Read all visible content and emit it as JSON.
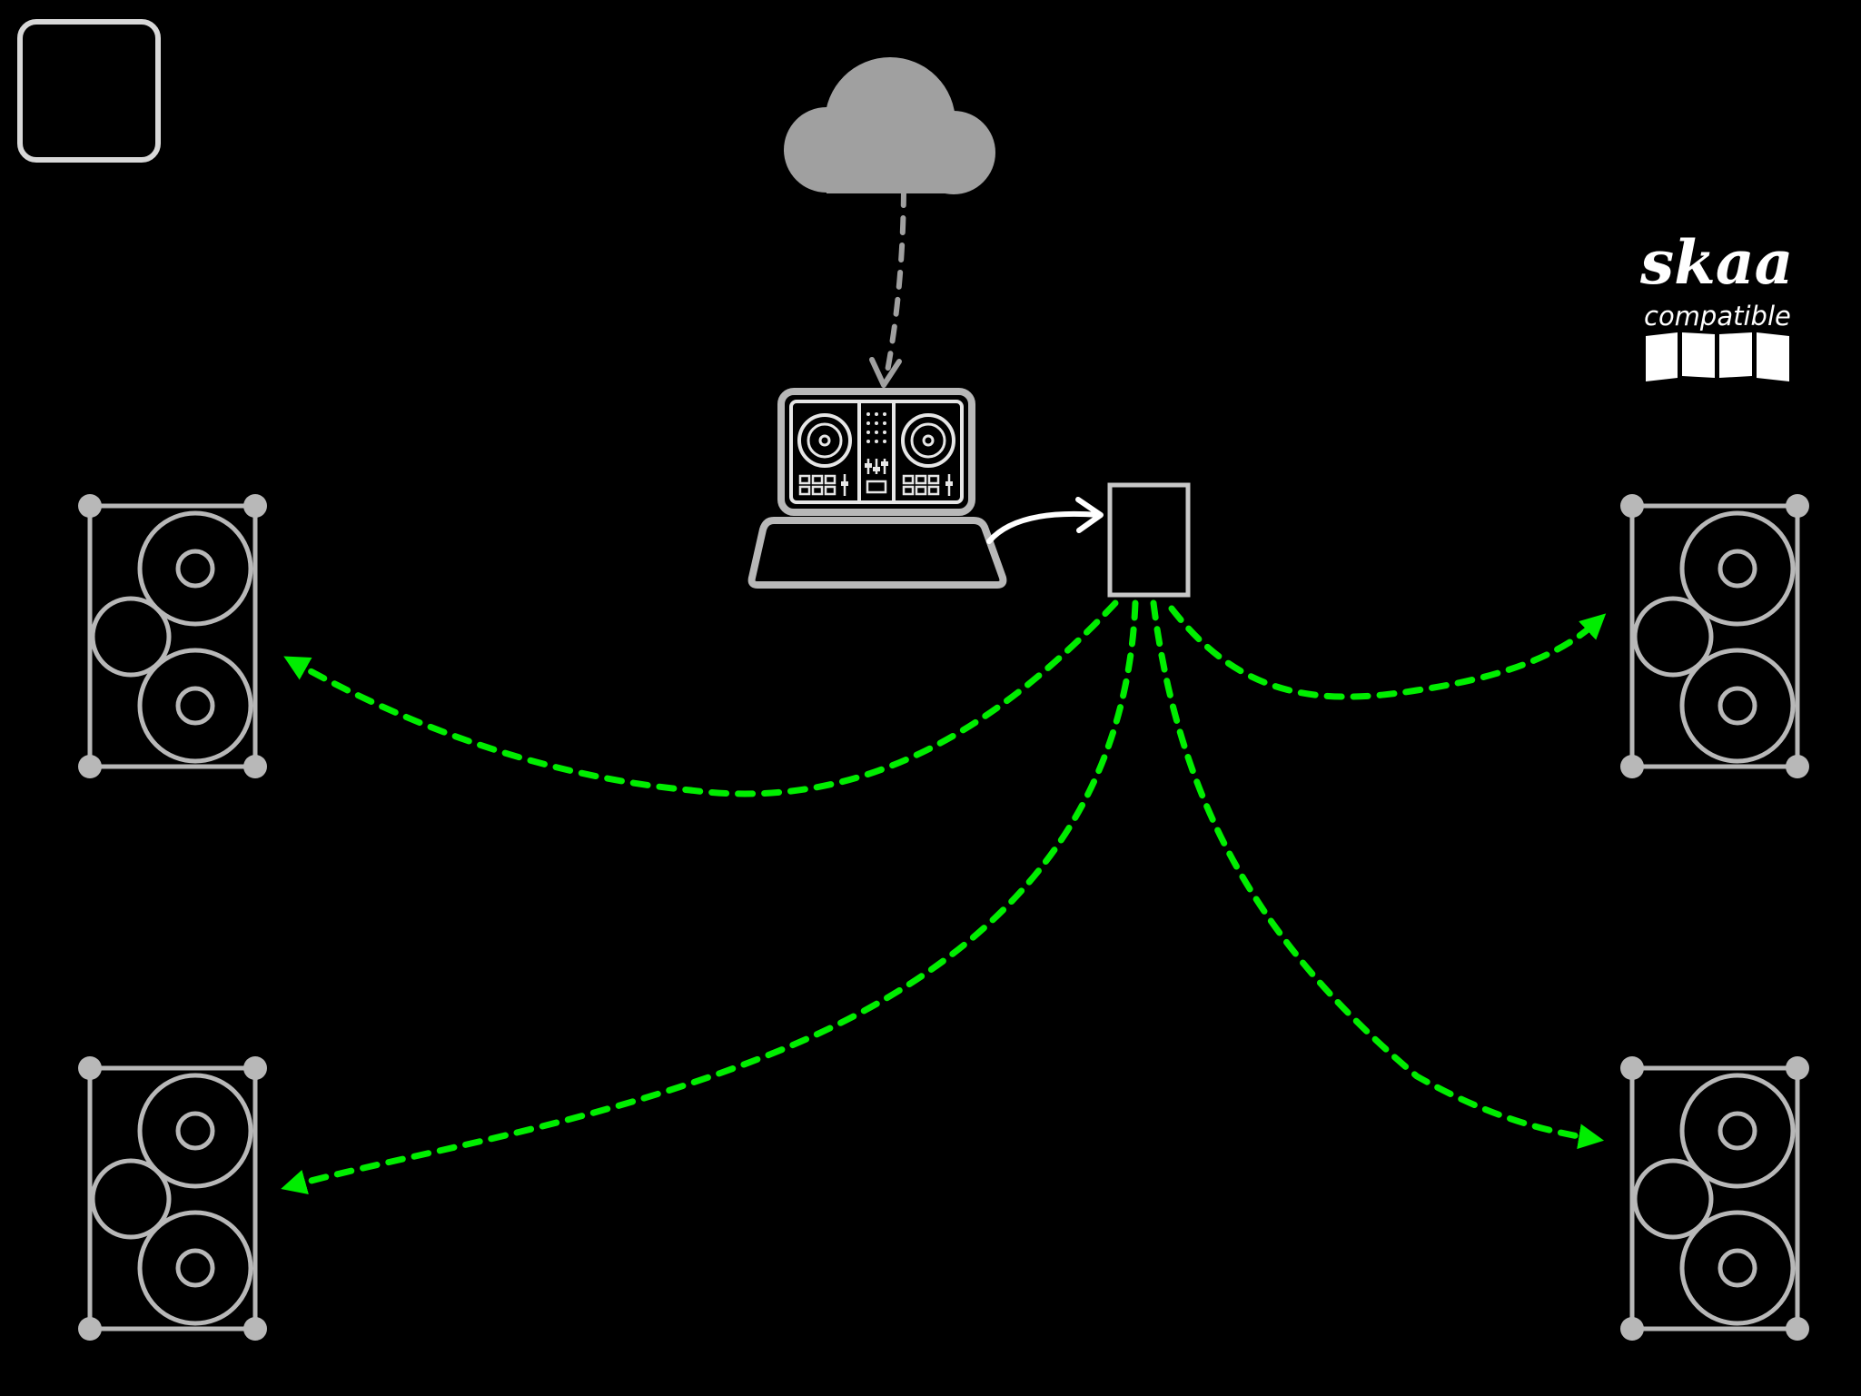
{
  "diagram": {
    "colors": {
      "background": "#000000",
      "device_outline": "#b8b8b8",
      "cloud": "#a0a0a0",
      "wireless_link": "#00ee00",
      "cable": "#ffffff"
    },
    "nodes": [
      {
        "id": "cloud",
        "icon": "cloud-icon"
      },
      {
        "id": "dj-laptop",
        "icon": "dj-controller-laptop-icon"
      },
      {
        "id": "transmitter",
        "icon": "transmitter-box-icon"
      },
      {
        "id": "speaker-top-left",
        "icon": "speaker-icon"
      },
      {
        "id": "speaker-bottom-left",
        "icon": "speaker-icon"
      },
      {
        "id": "speaker-top-right",
        "icon": "speaker-icon"
      },
      {
        "id": "speaker-bottom-right",
        "icon": "speaker-icon"
      }
    ],
    "links": [
      {
        "from": "cloud",
        "to": "dj-laptop",
        "style": "dashed",
        "color": "#a0a0a0"
      },
      {
        "from": "dj-laptop",
        "to": "transmitter",
        "style": "solid",
        "color": "#ffffff"
      },
      {
        "from": "transmitter",
        "to": "speaker-top-left",
        "style": "dashed",
        "color": "#00ee00"
      },
      {
        "from": "transmitter",
        "to": "speaker-bottom-left",
        "style": "dashed",
        "color": "#00ee00"
      },
      {
        "from": "transmitter",
        "to": "speaker-top-right",
        "style": "dashed",
        "color": "#00ee00"
      },
      {
        "from": "transmitter",
        "to": "speaker-bottom-right",
        "style": "dashed",
        "color": "#00ee00"
      }
    ]
  },
  "logo": {
    "wordmark": "skaa",
    "tagline": "compatible"
  },
  "corner_frame": {
    "icon": "rounded-frame-icon"
  }
}
